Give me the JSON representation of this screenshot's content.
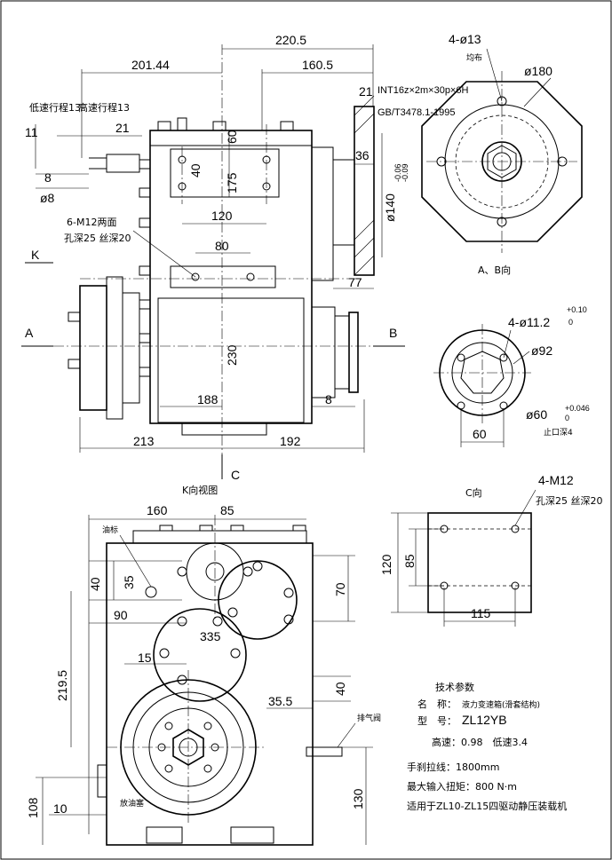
{
  "drawing": {
    "front_view": {
      "dims": {
        "d220_5": "220.5",
        "d201_44": "201.44",
        "d160_5": "160.5",
        "d21a": "21",
        "d21b": "21",
        "d11": "11",
        "d8": "8",
        "dia8": "ø8",
        "d60": "60",
        "d175": "175",
        "d40": "40",
        "d120": "120",
        "d80": "80",
        "d36": "36",
        "d77": "77",
        "d230": "230",
        "d188": "188",
        "d8b": "8",
        "d213": "213",
        "d192": "192",
        "dia140": "ø140",
        "dia140_tol_up": "-0.06",
        "dia140_tol_dn": "-0.09"
      },
      "labels": {
        "low_stroke": "低速行程13",
        "high_stroke": "高速行程13",
        "spline": "INT16z×2m×30p×6H",
        "standard": "GB/T3478.1-1995",
        "holes_a": "6-M12两面",
        "holes_b": "孔深25 丝深20",
        "view_k": "K",
        "view_a": "A",
        "view_b": "B",
        "view_c": "C"
      }
    },
    "ab_view": {
      "holes": "4-ø13",
      "even": "均布",
      "dia180": "ø180",
      "title": "A、B向"
    },
    "flange_view": {
      "holes": "4-ø11.2",
      "holes_tol_up": "+0.10",
      "holes_tol_dn": "0",
      "dia92": "ø92",
      "dia60": "ø60",
      "dia60_tol_up": "+0.046",
      "dia60_tol_dn": "0",
      "d60": "60",
      "note": "止口深4"
    },
    "k_view": {
      "title": "K向视图",
      "d160": "160",
      "d85": "85",
      "oil_mark": "油标",
      "d40a": "40",
      "d35": "35",
      "d70": "70",
      "d90": "90",
      "d335": "335",
      "d219_5": "219.5",
      "d15": "15",
      "d40b": "40",
      "d35_5": "35.5",
      "vent": "排气阀",
      "drain": "放油塞",
      "d108": "108",
      "d10": "10",
      "d130": "130"
    },
    "c_view": {
      "title": "C向",
      "holes": "4-M12",
      "depth": "孔深25 丝深20",
      "d120": "120",
      "d85": "85",
      "d115": "115"
    },
    "tech": {
      "title": "技术参数",
      "name_label": "名　称：",
      "name_value": "液力变速箱(滑套结构)",
      "model_label": "型　号：",
      "model_value": "ZL12YB",
      "ratio": "高速：0.98　低速3.4",
      "stroke": "手刹拉线：1800mm",
      "torque": "最大输入扭矩：800 N·m",
      "usage": "适用于ZL10-ZL15四驱动静压装载机"
    }
  }
}
